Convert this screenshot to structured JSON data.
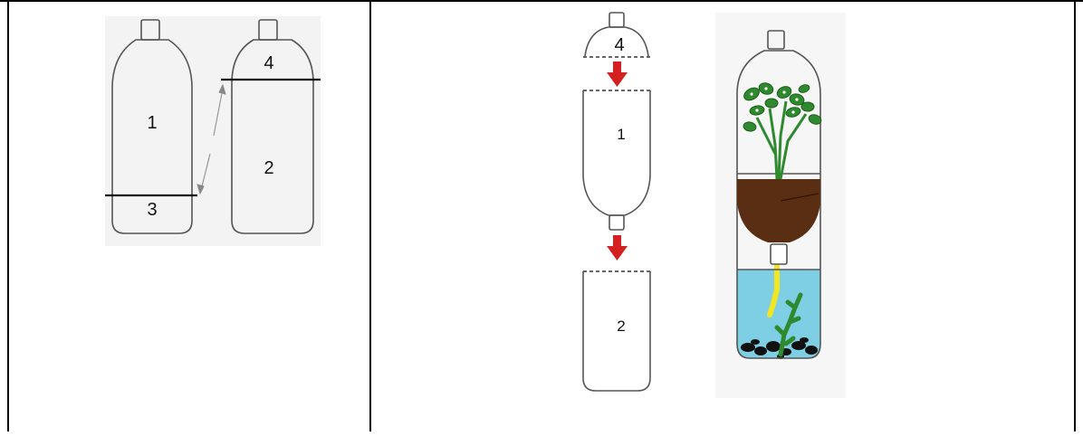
{
  "figure_left": {
    "cut_step": {
      "bottle_a": {
        "part_top_label": "1",
        "part_bottom_label": "3"
      },
      "bottle_b": {
        "part_top_label": "4",
        "part_bottom_label": "2"
      }
    }
  },
  "figure_right": {
    "assembly_steps": {
      "cap_piece_label": "4",
      "middle_piece_label": "1",
      "base_piece_label": "2"
    },
    "planter": {}
  },
  "colors": {
    "table_border": "#000000",
    "outline": "#555555",
    "arrow": "#d42020",
    "soil": "#5a2e12",
    "water": "#7ecfe3",
    "leaves": "#2f8a2f",
    "wick": "#f2e620",
    "gravel": "#111111"
  }
}
